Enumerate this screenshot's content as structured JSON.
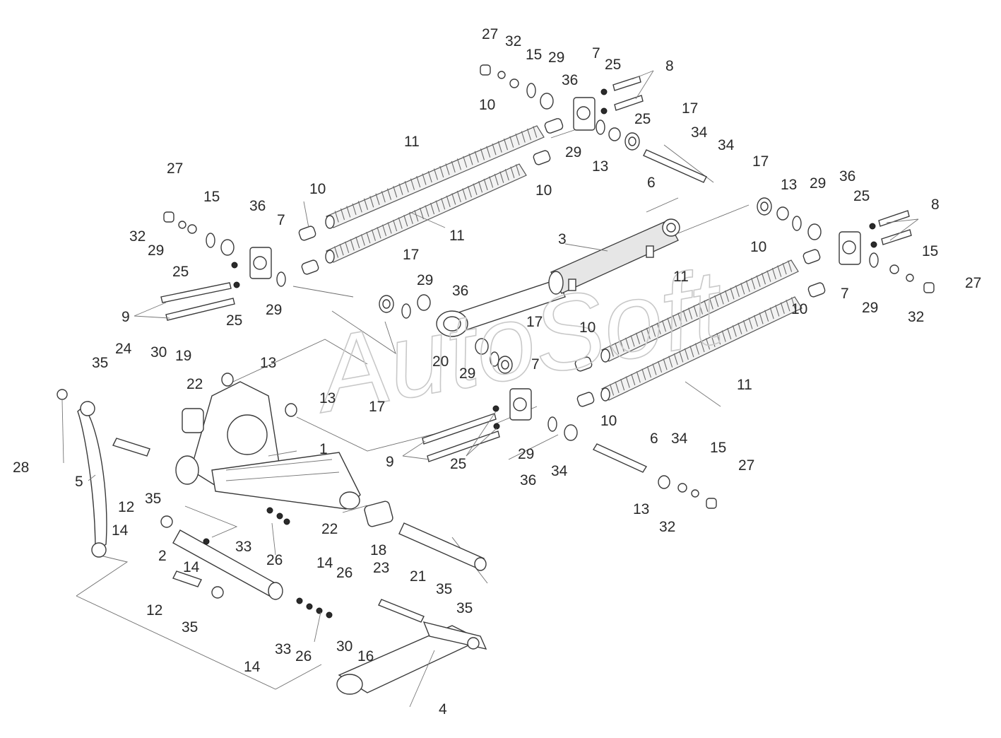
{
  "watermark": "AutoSoft",
  "colors": {
    "line": "#3a3a3a",
    "text": "#2a2a2a",
    "watermark": "#c8c8c8"
  },
  "callouts": [
    {
      "id": "c1",
      "text": "27"
    },
    {
      "id": "c2",
      "text": "32"
    },
    {
      "id": "c3",
      "text": "15"
    },
    {
      "id": "c4",
      "text": "29"
    },
    {
      "id": "c5",
      "text": "7"
    },
    {
      "id": "c6",
      "text": "25"
    },
    {
      "id": "c7",
      "text": "8"
    },
    {
      "id": "c8",
      "text": "36"
    },
    {
      "id": "c9",
      "text": "10"
    },
    {
      "id": "c10",
      "text": "25"
    },
    {
      "id": "c11",
      "text": "17"
    },
    {
      "id": "c12",
      "text": "34"
    },
    {
      "id": "c13",
      "text": "29"
    },
    {
      "id": "c14",
      "text": "13"
    },
    {
      "id": "c15",
      "text": "34"
    },
    {
      "id": "c16",
      "text": "6"
    },
    {
      "id": "c17",
      "text": "11"
    },
    {
      "id": "c18",
      "text": "10"
    },
    {
      "id": "c19",
      "text": "27"
    },
    {
      "id": "c20",
      "text": "15"
    },
    {
      "id": "c21",
      "text": "36"
    },
    {
      "id": "c22",
      "text": "7"
    },
    {
      "id": "c23",
      "text": "32"
    },
    {
      "id": "c24",
      "text": "29"
    },
    {
      "id": "c25",
      "text": "10"
    },
    {
      "id": "c26",
      "text": "11"
    },
    {
      "id": "c27",
      "text": "25"
    },
    {
      "id": "c28",
      "text": "9"
    },
    {
      "id": "c29",
      "text": "25"
    },
    {
      "id": "c30",
      "text": "29"
    },
    {
      "id": "c31",
      "text": "3"
    },
    {
      "id": "c32",
      "text": "17"
    },
    {
      "id": "c33",
      "text": "29"
    },
    {
      "id": "c34",
      "text": "36"
    },
    {
      "id": "c35",
      "text": "17"
    },
    {
      "id": "c36",
      "text": "13"
    },
    {
      "id": "c37",
      "text": "29"
    },
    {
      "id": "c38",
      "text": "36"
    },
    {
      "id": "c39",
      "text": "25"
    },
    {
      "id": "c40",
      "text": "8"
    },
    {
      "id": "c41",
      "text": "10"
    },
    {
      "id": "c42",
      "text": "15"
    },
    {
      "id": "c43",
      "text": "27"
    },
    {
      "id": "c44",
      "text": "11"
    },
    {
      "id": "c45",
      "text": "7"
    },
    {
      "id": "c46",
      "text": "29"
    },
    {
      "id": "c47",
      "text": "32"
    },
    {
      "id": "c48",
      "text": "10"
    },
    {
      "id": "c49",
      "text": "10"
    },
    {
      "id": "c50",
      "text": "17"
    },
    {
      "id": "c51",
      "text": "7"
    },
    {
      "id": "c52",
      "text": "20"
    },
    {
      "id": "c53",
      "text": "29"
    },
    {
      "id": "c54",
      "text": "11"
    },
    {
      "id": "c55",
      "text": "24"
    },
    {
      "id": "c56",
      "text": "30"
    },
    {
      "id": "c57",
      "text": "19"
    },
    {
      "id": "c58",
      "text": "35"
    },
    {
      "id": "c59",
      "text": "22"
    },
    {
      "id": "c60",
      "text": "13"
    },
    {
      "id": "c61",
      "text": "13"
    },
    {
      "id": "c62",
      "text": "17"
    },
    {
      "id": "c63",
      "text": "10"
    },
    {
      "id": "c64",
      "text": "6"
    },
    {
      "id": "c65",
      "text": "34"
    },
    {
      "id": "c66",
      "text": "15"
    },
    {
      "id": "c67",
      "text": "27"
    },
    {
      "id": "c68",
      "text": "1"
    },
    {
      "id": "c69",
      "text": "9"
    },
    {
      "id": "c70",
      "text": "25"
    },
    {
      "id": "c71",
      "text": "29"
    },
    {
      "id": "c72",
      "text": "36"
    },
    {
      "id": "c73",
      "text": "34"
    },
    {
      "id": "c74",
      "text": "13"
    },
    {
      "id": "c75",
      "text": "32"
    },
    {
      "id": "c76",
      "text": "28"
    },
    {
      "id": "c77",
      "text": "5"
    },
    {
      "id": "c78",
      "text": "12"
    },
    {
      "id": "c79",
      "text": "35"
    },
    {
      "id": "c80",
      "text": "14"
    },
    {
      "id": "c81",
      "text": "22"
    },
    {
      "id": "c82",
      "text": "33"
    },
    {
      "id": "c83",
      "text": "18"
    },
    {
      "id": "c84",
      "text": "26"
    },
    {
      "id": "c85",
      "text": "2"
    },
    {
      "id": "c86",
      "text": "14"
    },
    {
      "id": "c87",
      "text": "23"
    },
    {
      "id": "c88",
      "text": "14"
    },
    {
      "id": "c89",
      "text": "26"
    },
    {
      "id": "c90",
      "text": "21"
    },
    {
      "id": "c91",
      "text": "12"
    },
    {
      "id": "c92",
      "text": "35"
    },
    {
      "id": "c93",
      "text": "35"
    },
    {
      "id": "c94",
      "text": "35"
    },
    {
      "id": "c95",
      "text": "33"
    },
    {
      "id": "c96",
      "text": "26"
    },
    {
      "id": "c97",
      "text": "30"
    },
    {
      "id": "c98",
      "text": "16"
    },
    {
      "id": "c99",
      "text": "14"
    },
    {
      "id": "c100",
      "text": "4"
    }
  ]
}
